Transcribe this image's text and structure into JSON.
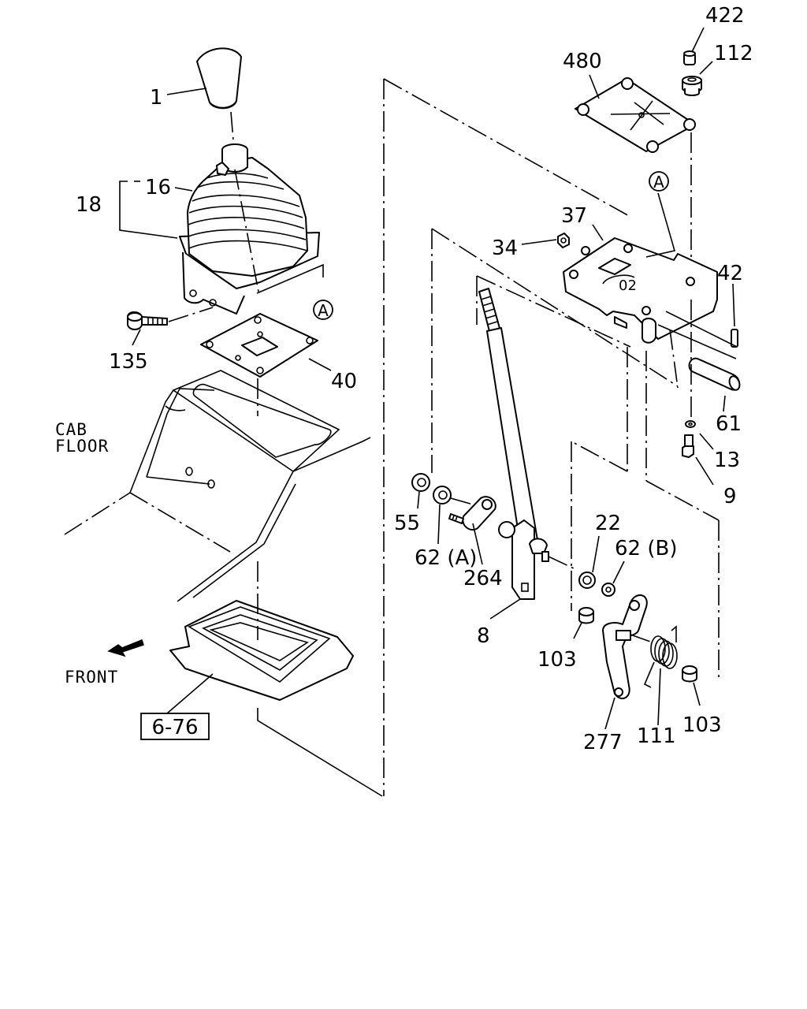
{
  "callouts": [
    {
      "id": "p1",
      "text": "1"
    },
    {
      "id": "p16",
      "text": "16"
    },
    {
      "id": "p18",
      "text": "18"
    },
    {
      "id": "p135",
      "text": "135"
    },
    {
      "id": "p40",
      "text": "40"
    },
    {
      "id": "p422",
      "text": "422"
    },
    {
      "id": "p480",
      "text": "480"
    },
    {
      "id": "p112",
      "text": "112"
    },
    {
      "id": "p37",
      "text": "37"
    },
    {
      "id": "p34",
      "text": "34"
    },
    {
      "id": "p42",
      "text": "42"
    },
    {
      "id": "p61",
      "text": "61"
    },
    {
      "id": "p13",
      "text": "13"
    },
    {
      "id": "p9",
      "text": "9"
    },
    {
      "id": "p55",
      "text": "55"
    },
    {
      "id": "p62a",
      "text": "62 (A)"
    },
    {
      "id": "p264",
      "text": "264"
    },
    {
      "id": "p8",
      "text": "8"
    },
    {
      "id": "p22",
      "text": "22"
    },
    {
      "id": "p62b",
      "text": "62 (B)"
    },
    {
      "id": "p103a",
      "text": "103"
    },
    {
      "id": "p277",
      "text": "277"
    },
    {
      "id": "p111",
      "text": "111"
    },
    {
      "id": "p103b",
      "text": "103"
    }
  ],
  "markers": {
    "ref_a": "A"
  },
  "notes": {
    "cab": "CAB",
    "floor": "FLOOR",
    "front": "FRONT"
  },
  "reference_box": "6-76"
}
